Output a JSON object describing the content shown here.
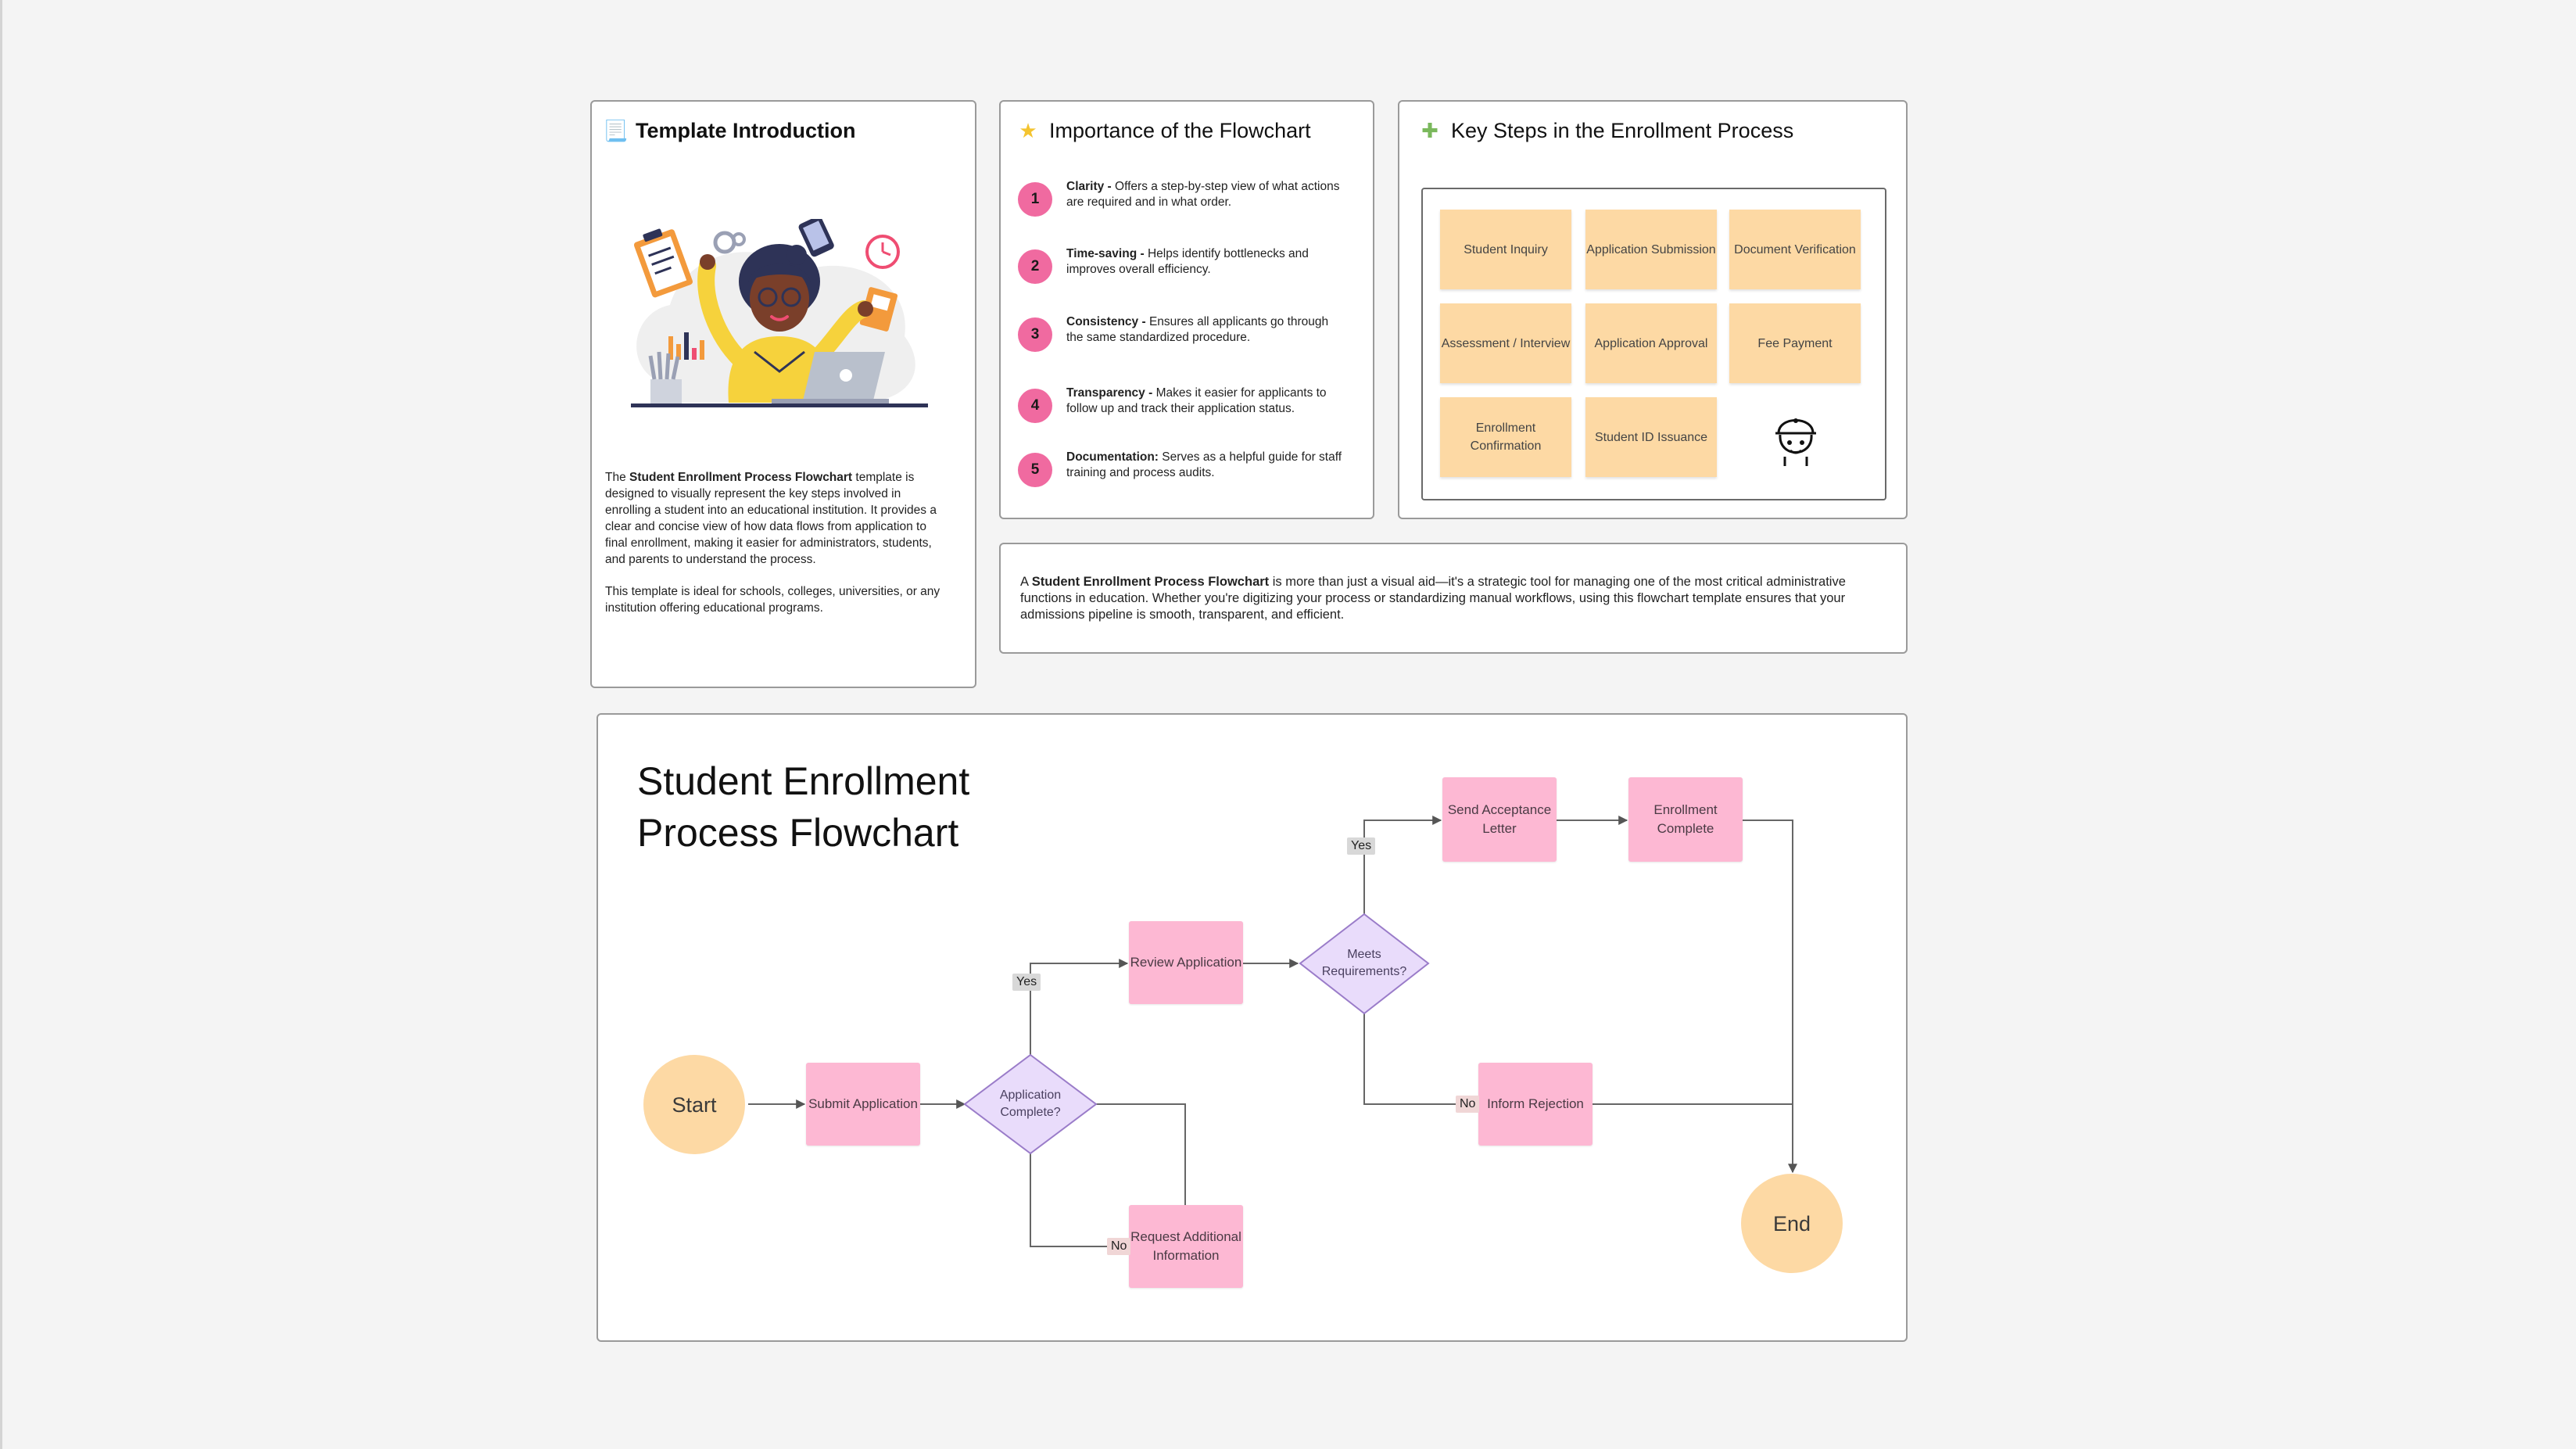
{
  "intro": {
    "title": "Template Introduction",
    "icon": "scroll-icon",
    "paragraphs": [
      {
        "pre": "The ",
        "bold": "Student Enrollment Process Flowchart",
        "post": " template is designed to visually represent the key steps involved in enrolling a student into an educational institution. It provides a clear and concise view of how data flows from application to final enrollment, making it easier for administrators, students, and parents to understand the process."
      },
      {
        "pre": "This template is ideal for schools, colleges, universities, or any institution offering educational programs.",
        "bold": "",
        "post": ""
      }
    ]
  },
  "importance": {
    "title": "Importance of the Flowchart",
    "icon": "star-icon",
    "items": [
      {
        "num": "1",
        "label": "Clarity -",
        "text": " Offers a step-by-step view of what actions are required and in what order."
      },
      {
        "num": "2",
        "label": "Time-saving -",
        "text": " Helps identify bottlenecks and improves overall efficiency."
      },
      {
        "num": "3",
        "label": "Consistency -",
        "text": " Ensures all applicants go through the same standardized procedure."
      },
      {
        "num": "4",
        "label": "Transparency -",
        "text": " Makes it easier for applicants to follow up and track their application status."
      },
      {
        "num": "5",
        "label": "Documentation:",
        "text": " Serves as a helpful guide for staff training and process audits."
      }
    ]
  },
  "key_steps": {
    "title": "Key Steps in the Enrollment Process",
    "icon": "puzzle-icon",
    "steps": [
      "Student Inquiry",
      "Application Submission",
      "Document Verification",
      "Assessment / Interview",
      "Application Approval",
      "Fee Payment",
      "Enrollment Confirmation",
      "Student ID Issuance"
    ],
    "mascot_icon": "student-cap-icon"
  },
  "summary": {
    "pre": "A ",
    "bold": "Student Enrollment Process Flowchart",
    "post": " is more than just a visual aid—it's a strategic tool for managing one of the most critical administrative functions in education. Whether you're digitizing your process or standardizing manual workflows, using this flowchart template ensures that your admissions pipeline is smooth, transparent, and efficient."
  },
  "flowchart": {
    "title_line1": "Student Enrollment",
    "title_line2": "Process Flowchart",
    "nodes": {
      "start": "Start",
      "submit": "Submit Application",
      "complete_q": "Application Complete?",
      "review": "Review Application",
      "request": "Request Additional Information",
      "meets_q": "Meets Requirements?",
      "send": "Send Acceptance Letter",
      "enrolled": "Enrollment Complete",
      "reject": "Inform Rejection",
      "end": "End"
    },
    "labels": {
      "yes": "Yes",
      "no": "No"
    },
    "colors": {
      "process": "#fdb8d3",
      "decision": "#e9dcfb",
      "terminal": "#fdd9a4",
      "connector": "#555555"
    }
  }
}
